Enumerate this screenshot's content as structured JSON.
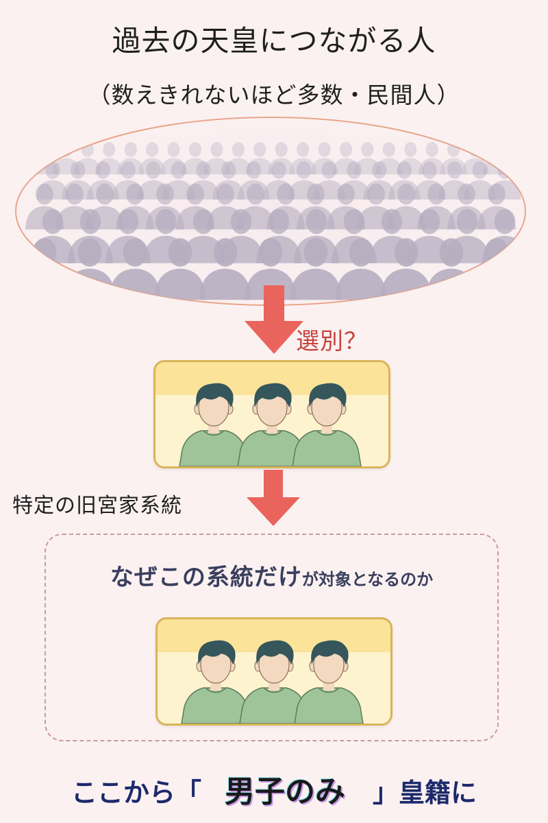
{
  "title": "過去の天皇につながる人",
  "subtitle": "（数えきれないほど多数・民間人）",
  "selection_label": "選別？",
  "lineage_label": "特定の旧宮家系統",
  "question": {
    "main": "なぜこの系統だけ",
    "rest": "が対象となるのか"
  },
  "bottom": {
    "before": "ここから「",
    "highlight": "男子のみ",
    "after": "」皇籍に"
  },
  "colors": {
    "arrow": "#e9645c",
    "oval_border": "#e9a58b",
    "crowd": "#b6aec0",
    "box_border": "#d9b45a",
    "box_top": "#fbe39a",
    "box_body": "#fdf3cf",
    "shirt": "#9fc49a",
    "hair": "#35565a",
    "skin": "#f2d9c0",
    "selection_text": "#c8413e",
    "question_text": "#3a3f5e",
    "bottom_text": "#1c2a6b"
  },
  "icons": {
    "crowd": "crowd-silhouettes-icon",
    "arrow": "down-arrow-icon",
    "person": "person-icon"
  }
}
